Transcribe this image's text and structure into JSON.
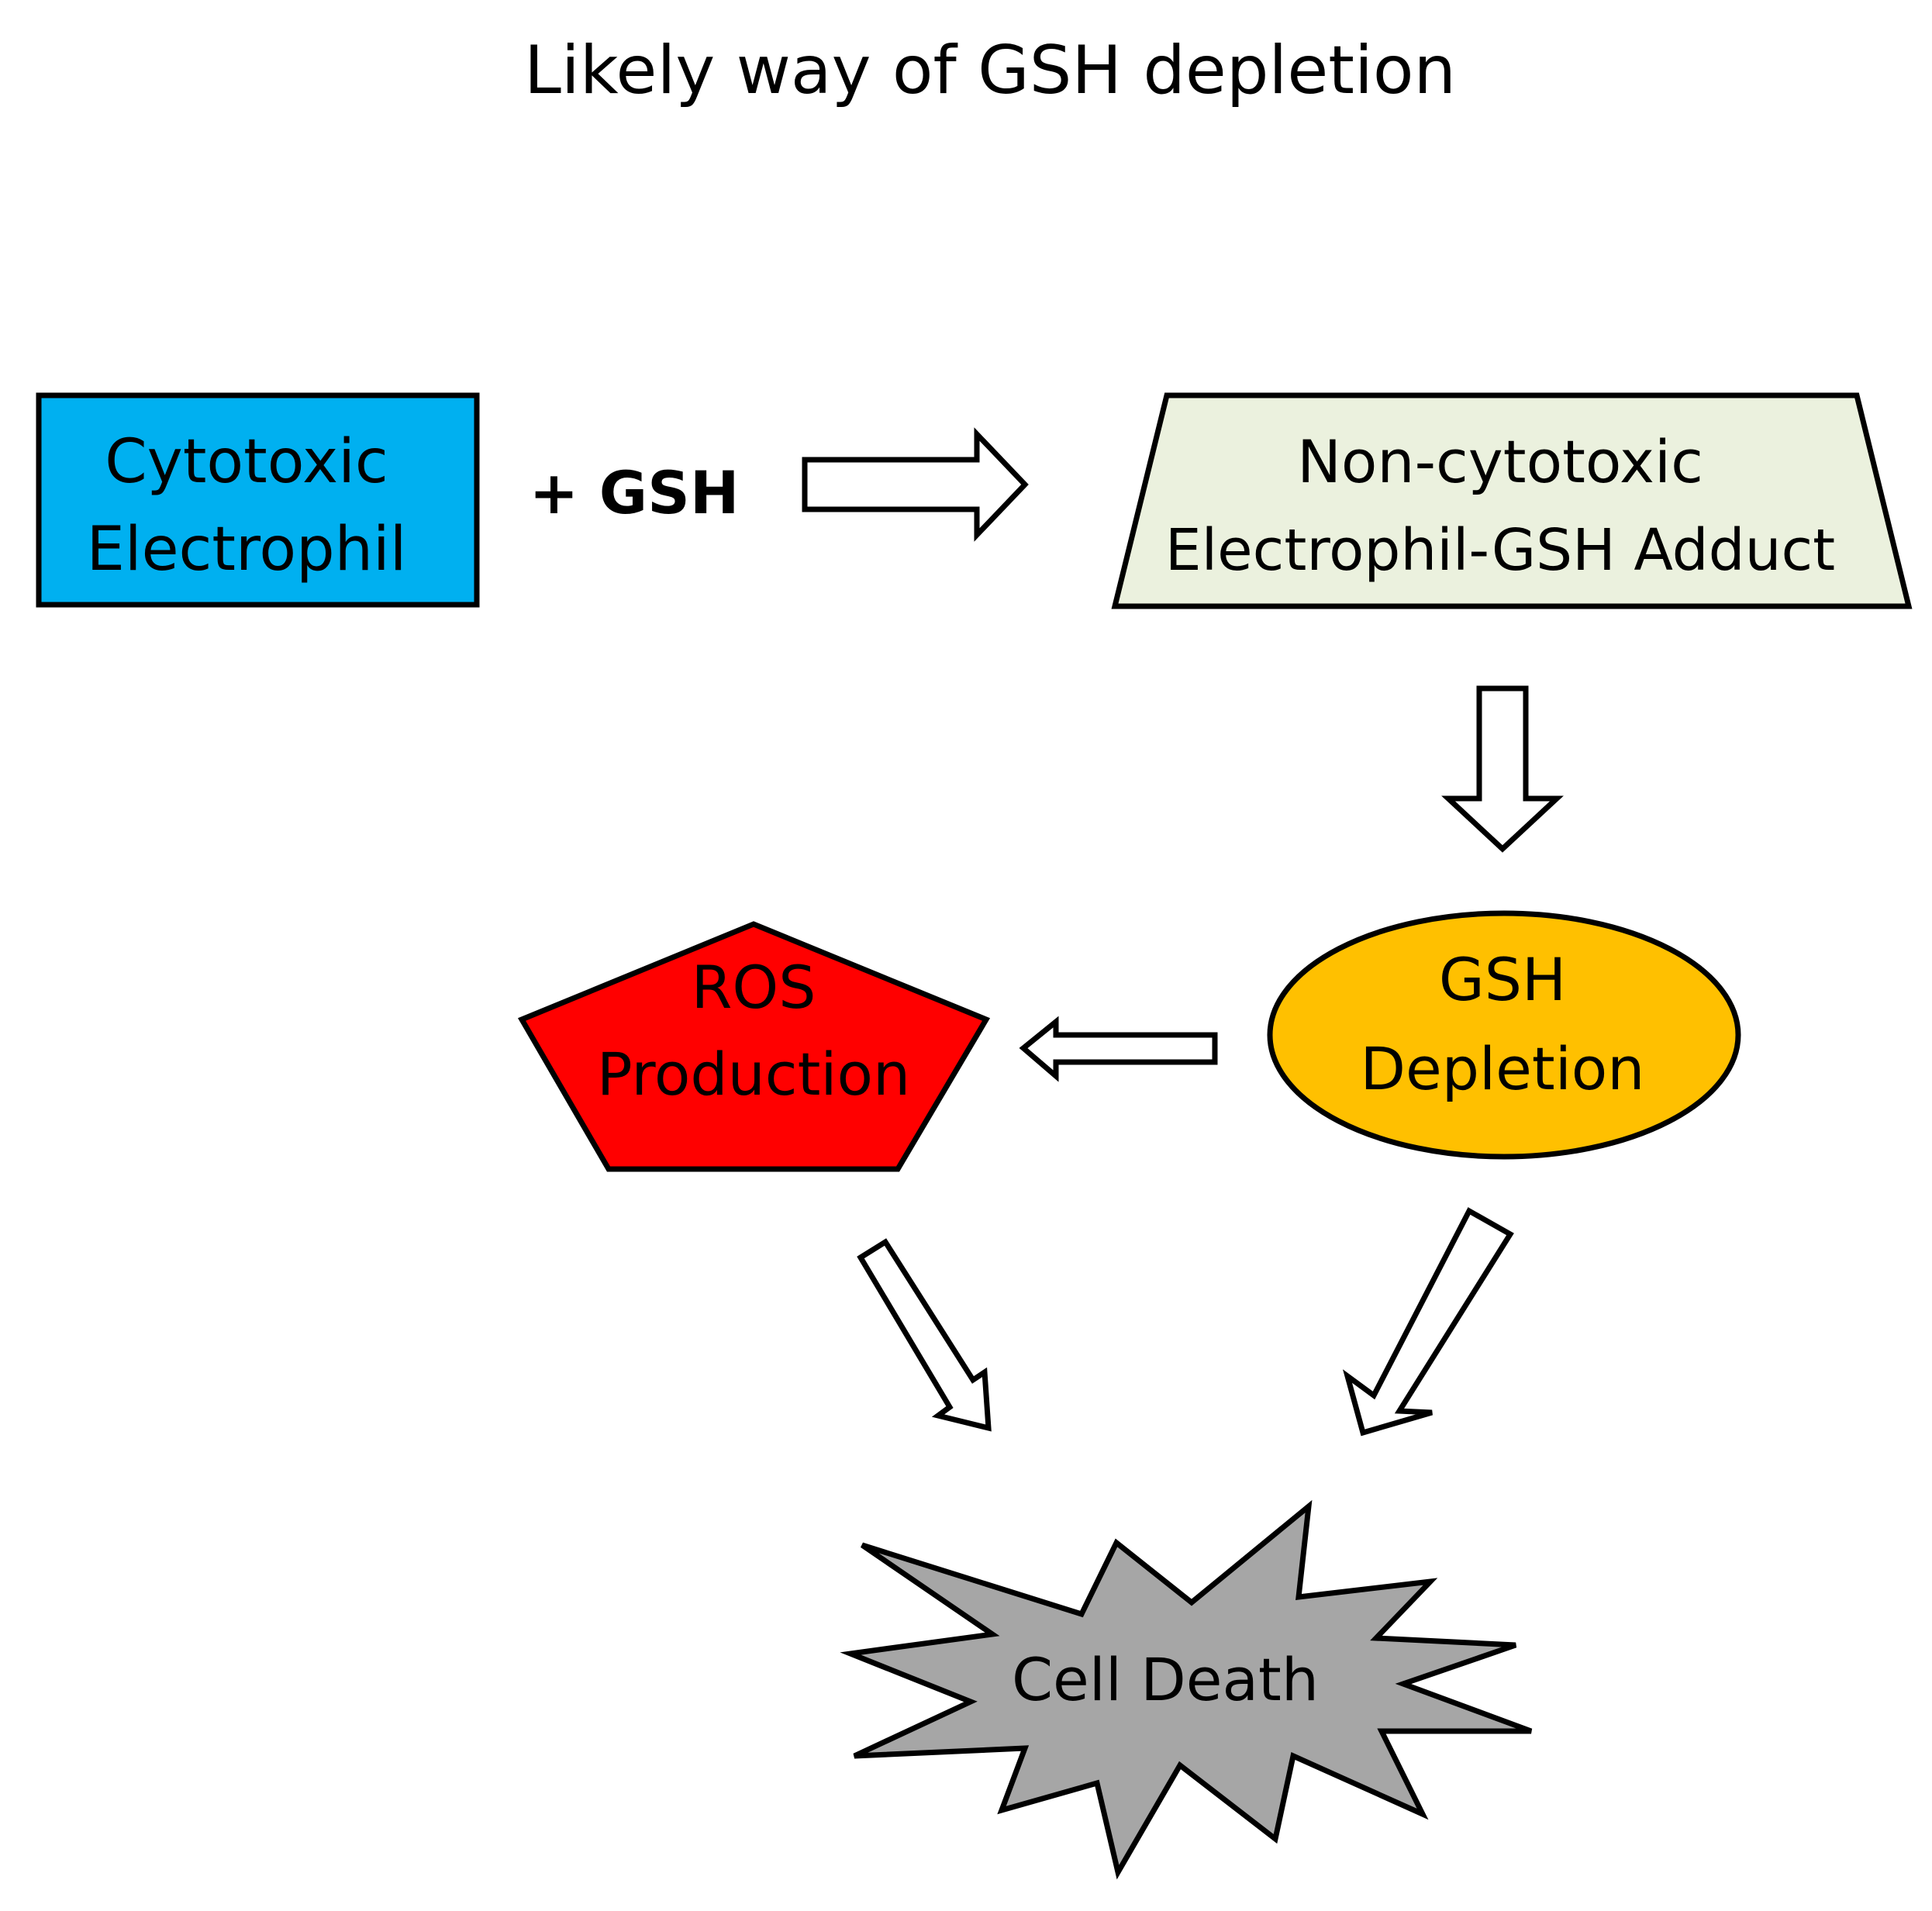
{
  "title": "Likely way of GSH depletion",
  "reagent": "+ GSH",
  "nodes": {
    "electrophile": {
      "line1": "Cytotoxic",
      "line2": "Electrophil",
      "fill": "#00B0F0"
    },
    "adduct": {
      "line1": "Non-cytotoxic",
      "line2": "Electrophil-GSH Adduct",
      "fill": "#EBF1DE"
    },
    "gsh_depletion": {
      "line1": "GSH",
      "line2": "Depletion",
      "fill": "#FFC000"
    },
    "ros_production": {
      "line1": "ROS",
      "line2": "Production",
      "fill": "#FF0000"
    },
    "cell_death": {
      "label": "Cell Death",
      "fill": "#A6A6A6"
    }
  }
}
